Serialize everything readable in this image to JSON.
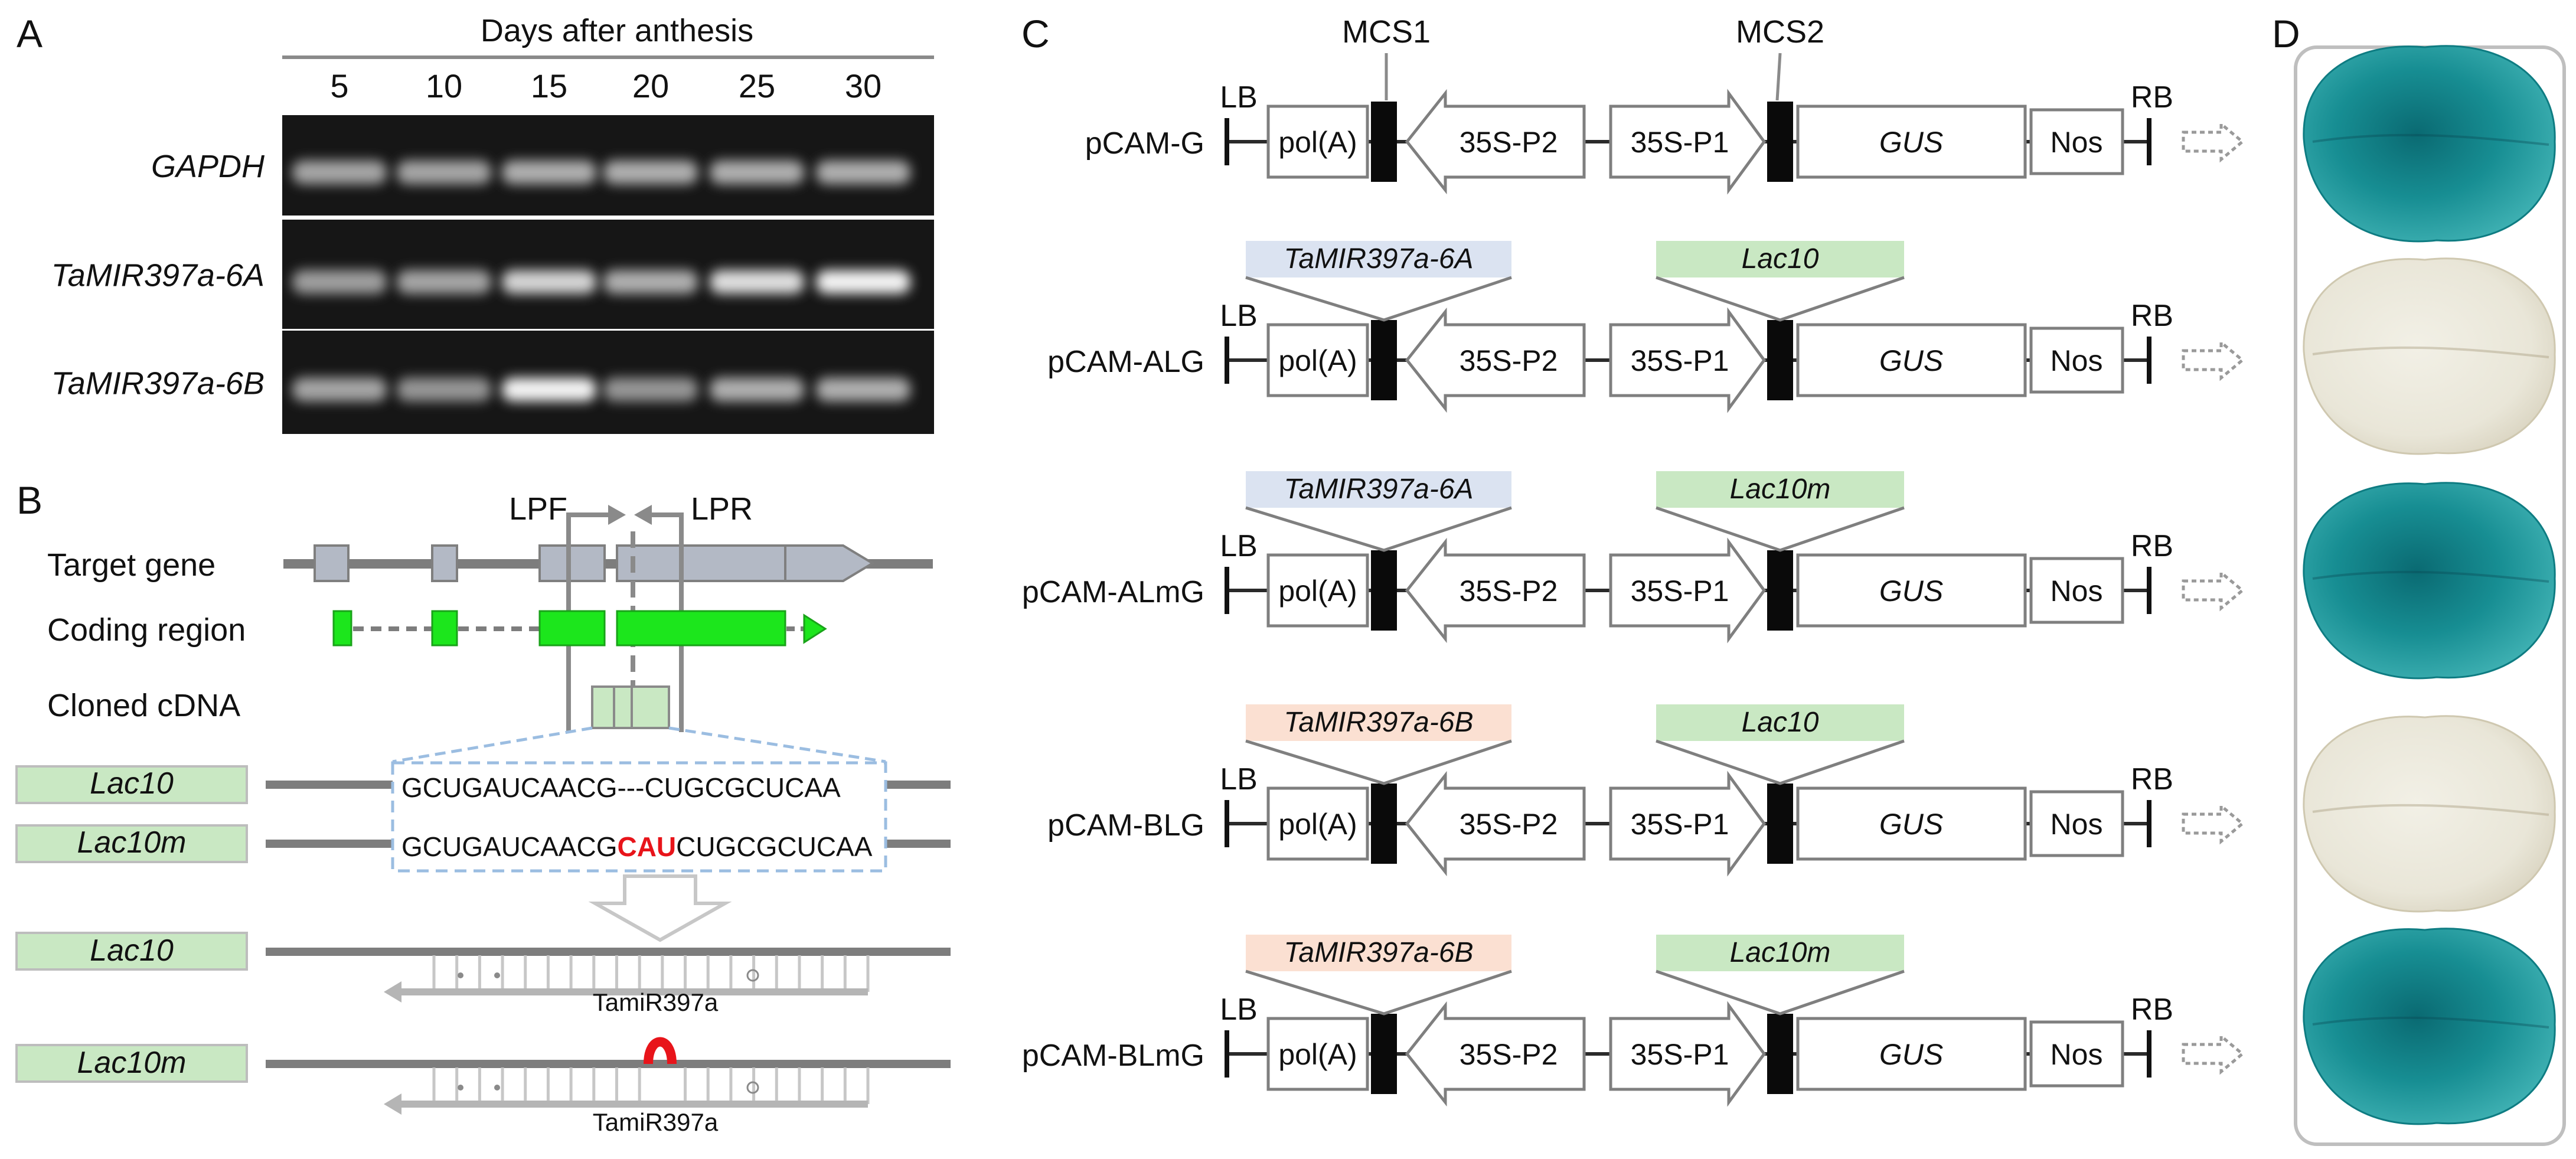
{
  "panels": {
    "a": "A",
    "b": "B",
    "c": "C",
    "d": "D"
  },
  "panel_a": {
    "axis_title": "Days after anthesis",
    "days": [
      "5",
      "10",
      "15",
      "20",
      "25",
      "30"
    ],
    "genes": [
      "GAPDH",
      "TaMIR397a-6A",
      "TaMIR397a-6B"
    ],
    "band_intensity": [
      [
        0.55,
        0.55,
        0.6,
        0.6,
        0.6,
        0.6
      ],
      [
        0.5,
        0.55,
        0.8,
        0.6,
        0.85,
        0.95
      ],
      [
        0.55,
        0.45,
        0.95,
        0.45,
        0.6,
        0.6
      ]
    ]
  },
  "panel_b": {
    "primer_forward": "LPF",
    "primer_reverse": "LPR",
    "row_labels": [
      "Target gene",
      "Coding region",
      "Cloned cDNA"
    ],
    "seq_lac10": "GCUGAUCAACG",
    "seq_lac10_gap": "---",
    "seq_tail": "CUGCGCUCAA",
    "seq_insert": "CAU",
    "lac10": "Lac10",
    "lac10m": "Lac10m",
    "mirna": "TamiR397a",
    "insert_color": "#e8141a"
  },
  "panel_c": {
    "mcs1": "MCS1",
    "mcs2": "MCS2",
    "lb": "LB",
    "rb": "RB",
    "elements": {
      "polya": "pol(A)",
      "p2": "35S-P2",
      "p1": "35S-P1",
      "gus": "GUS",
      "nos": "Nos"
    },
    "constructs": [
      {
        "name": "pCAM-G",
        "insert_a": "",
        "insert_b": ""
      },
      {
        "name": "pCAM-ALG",
        "insert_a": "TaMIR397a-6A",
        "insert_b": "Lac10"
      },
      {
        "name": "pCAM-ALmG",
        "insert_a": "TaMIR397a-6A",
        "insert_b": "Lac10m"
      },
      {
        "name": "pCAM-BLG",
        "insert_a": "TaMIR397a-6B",
        "insert_b": "Lac10"
      },
      {
        "name": "pCAM-BLmG",
        "insert_a": "TaMIR397a-6B",
        "insert_b": "Lac10m"
      }
    ],
    "colors": {
      "mir6a": "#dbe3f1",
      "mir6b": "#fbe0d2",
      "lac": "#c9e8c3"
    }
  },
  "panel_d": {
    "leaf_staining": [
      "GUS-blue",
      "white",
      "GUS-blue",
      "white",
      "GUS-blue"
    ]
  }
}
